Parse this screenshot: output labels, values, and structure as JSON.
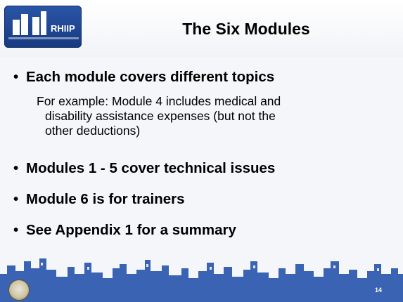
{
  "slide": {
    "logo_text": "RHIIP",
    "title": "The Six Modules",
    "bullets": [
      "Each module covers different topics",
      "Modules 1 - 5 cover technical issues",
      "Module 6 is for trainers",
      "See Appendix 1 for a summary"
    ],
    "subtext_lines": [
      "For example:  Module 4 includes medical and",
      "disability assistance expenses (but not the",
      "other deductions)"
    ],
    "page_number": "14",
    "colors": {
      "accent_blue": "#3a63b3",
      "logo_blue": "#1f4593",
      "text": "#000000"
    }
  }
}
